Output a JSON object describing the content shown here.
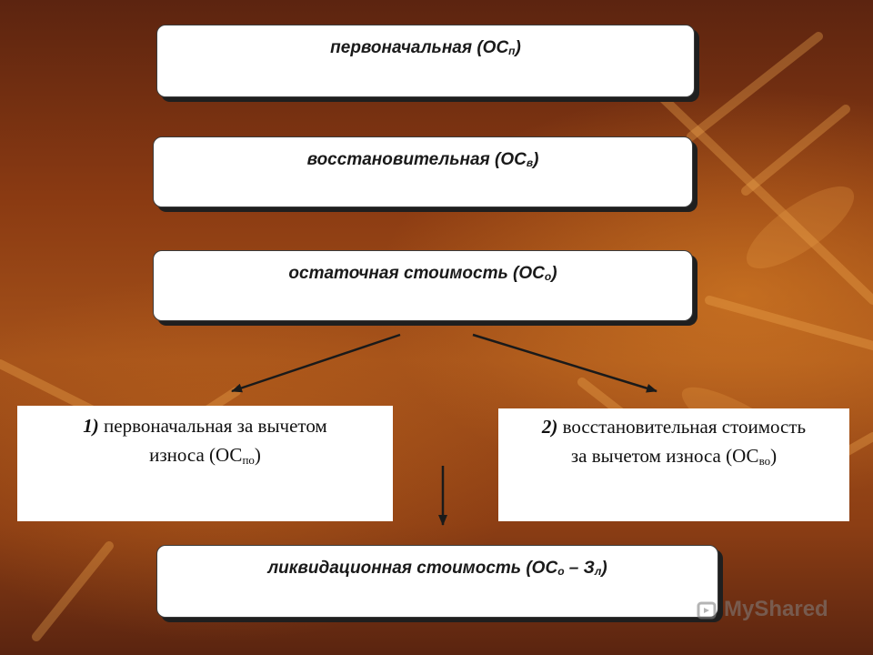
{
  "boxes": {
    "top1": {
      "text": "первоначальная (ОС",
      "sub": "п",
      "tail": ")"
    },
    "top2": {
      "text": "восстановительная (ОС",
      "sub": "в",
      "tail": ")"
    },
    "top3": {
      "text": "остаточная стоимость (ОС",
      "sub": "о",
      "tail": ")"
    },
    "left": {
      "num": "1)",
      "line1": " первоначальная за вычетом",
      "line2": "износа (ОС",
      "sub": "по",
      "tail": ")"
    },
    "right": {
      "num": "2)",
      "line1": " восстановительная стоимость",
      "line2": "за вычетом износа (ОС",
      "sub": "во",
      "tail": ")"
    },
    "bottom": {
      "text": "ликвидационная стоимость (ОС",
      "sub": "о",
      "mid": " – З",
      "sub2": "л",
      "tail": ")"
    }
  },
  "watermark": {
    "text": "MyShared"
  },
  "colors": {
    "background": "#9a4a17",
    "box": "#ffffff",
    "shadow": "#1f1f1f",
    "arrow": "#1a1a1a"
  }
}
